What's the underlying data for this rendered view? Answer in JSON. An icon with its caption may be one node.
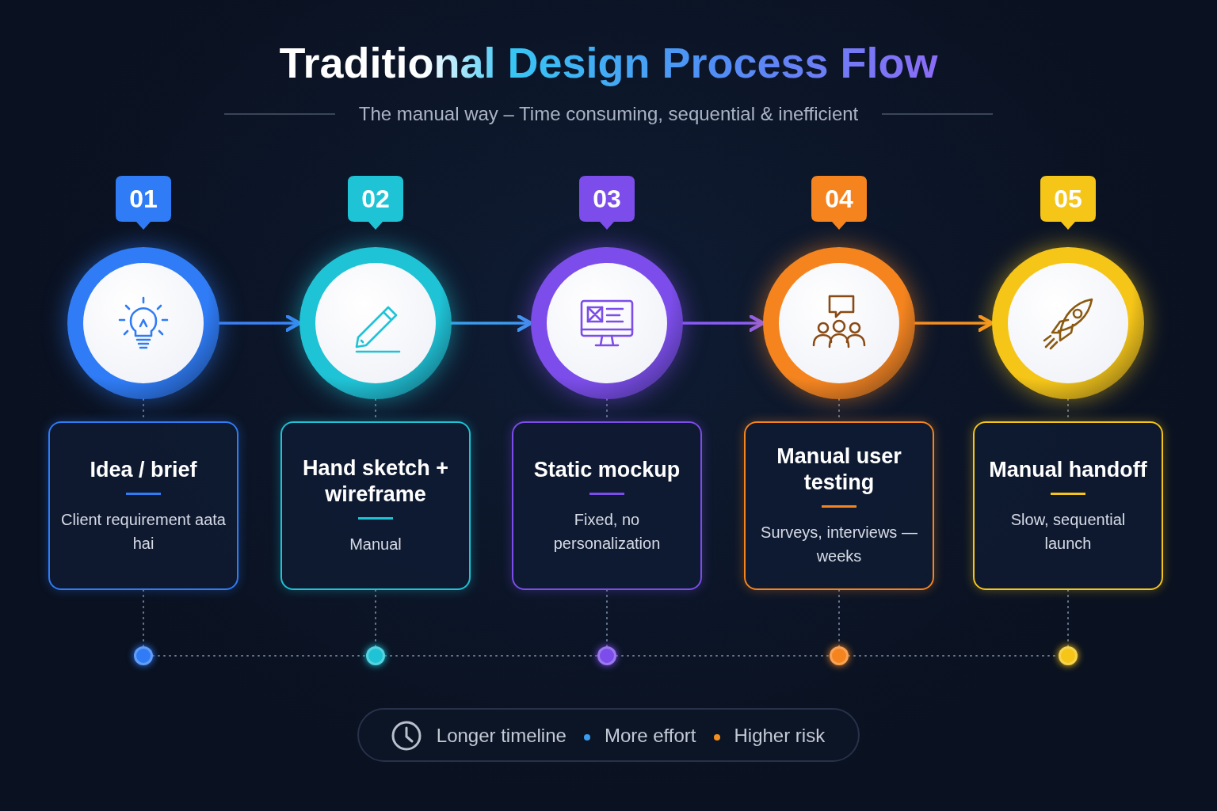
{
  "diagram": {
    "title": "Traditional Design Process Flow",
    "nodes": [
      {
        "text": [
          "01"
        ]
      },
      {
        "text": [
          "02"
        ]
      },
      {
        "text": [
          "03"
        ]
      },
      {
        "text": [
          "04"
        ]
      },
      {
        "text": [
          "05"
        ]
      },
      {
        "text": [],
        "shape": "circle"
      },
      {
        "text": [],
        "shape": "circle"
      },
      {
        "text": [],
        "shape": "circle"
      },
      {
        "text": [],
        "shape": "circle"
      },
      {
        "text": [],
        "shape": "circle"
      },
      {
        "text": [
          "Idea / brief",
          "Client requirement aata hai"
        ]
      },
      {
        "text": [
          "Hand sketch + wireframe",
          "Manual"
        ]
      },
      {
        "text": [
          "Static mockup",
          "Fixed, no personalization"
        ]
      },
      {
        "text": [
          "Manual user testing",
          "Surveys, interviews — weeks"
        ]
      },
      {
        "text": [
          "Manual handoff",
          "Slow, sequential launch"
        ]
      },
      {
        "text": [],
        "shape": "circle"
      },
      {
        "text": [],
        "shape": "circle"
      },
      {
        "text": [],
        "shape": "circle"
      },
      {
        "text": [],
        "shape": "circle"
      },
      {
        "text": [],
        "shape": "circle"
      }
    ],
    "edges": [
      {
        "from": 5,
        "to": 6,
        "arrow": "to",
        "color": "#3b82f6"
      },
      {
        "from": 6,
        "to": 7,
        "arrow": "to",
        "color": "#3b9cf0"
      },
      {
        "from": 7,
        "to": 8,
        "arrow": "to",
        "color": "#8b5cf6"
      },
      {
        "from": 8,
        "to": 9,
        "arrow": "to",
        "color": "#f5901f"
      },
      {
        "from": 5,
        "to": 10,
        "arrow": "none",
        "style": "dashed"
      },
      {
        "from": 6,
        "to": 11,
        "arrow": "none",
        "style": "dashed"
      },
      {
        "from": 7,
        "to": 12,
        "arrow": "none",
        "style": "dashed"
      },
      {
        "from": 8,
        "to": 13,
        "arrow": "none",
        "style": "dashed"
      },
      {
        "from": 9,
        "to": 14,
        "arrow": "none",
        "style": "dashed"
      },
      {
        "from": 10,
        "to": 15,
        "arrow": "none",
        "style": "dashed"
      },
      {
        "from": 11,
        "to": 16,
        "arrow": "none",
        "style": "dashed"
      },
      {
        "from": 12,
        "to": 17,
        "arrow": "none",
        "style": "dashed"
      },
      {
        "from": 13,
        "to": 18,
        "arrow": "none",
        "style": "dashed"
      },
      {
        "from": 14,
        "to": 19,
        "arrow": "none",
        "style": "dashed"
      },
      {
        "from": 15,
        "to": 16,
        "arrow": "none",
        "style": "dashed"
      },
      {
        "from": 16,
        "to": 17,
        "arrow": "none",
        "style": "dashed"
      },
      {
        "from": 17,
        "to": 18,
        "arrow": "none",
        "style": "dashed"
      },
      {
        "from": 18,
        "to": 19,
        "arrow": "none",
        "style": "dashed"
      }
    ],
    "labels": [
      "The manual way – Time consuming, sequential & inefficient",
      "Longer timeline",
      "More effort",
      "Higher risk"
    ]
  }
}
